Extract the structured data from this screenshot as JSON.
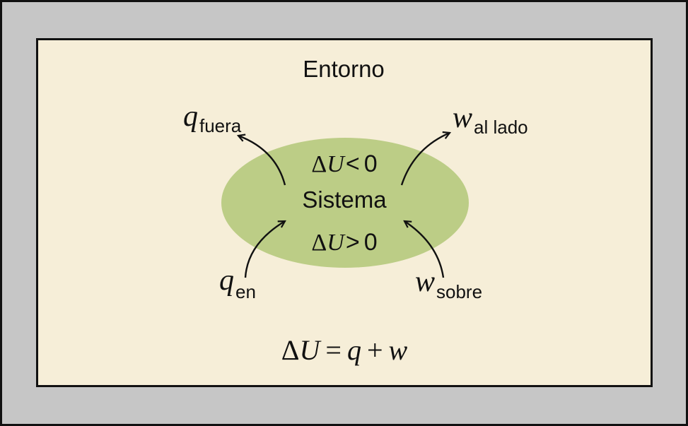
{
  "surroundings": {
    "label": "Entorno"
  },
  "system": {
    "label": "Sistema",
    "loss_condition": {
      "symbol": "Δ",
      "variable": "U",
      "relation": "<",
      "value": "0"
    },
    "gain_condition": {
      "symbol": "Δ",
      "variable": "U",
      "relation": ">",
      "value": "0"
    }
  },
  "flows": {
    "heat_out": {
      "symbol": "q",
      "subscript": "fuera"
    },
    "work_out": {
      "symbol": "w",
      "subscript": "al lado"
    },
    "heat_in": {
      "symbol": "q",
      "subscript": "en"
    },
    "work_in": {
      "symbol": "w",
      "subscript": "sobre"
    }
  },
  "equation": {
    "lhs_symbol": "Δ",
    "lhs_variable": "U",
    "equals": "=",
    "term1": "q",
    "plus": "+",
    "term2": "w"
  },
  "colors": {
    "frame": "#c6c6c6",
    "surroundings_fill": "#f6eed8",
    "system_fill": "#bccd86",
    "line": "#111111"
  }
}
